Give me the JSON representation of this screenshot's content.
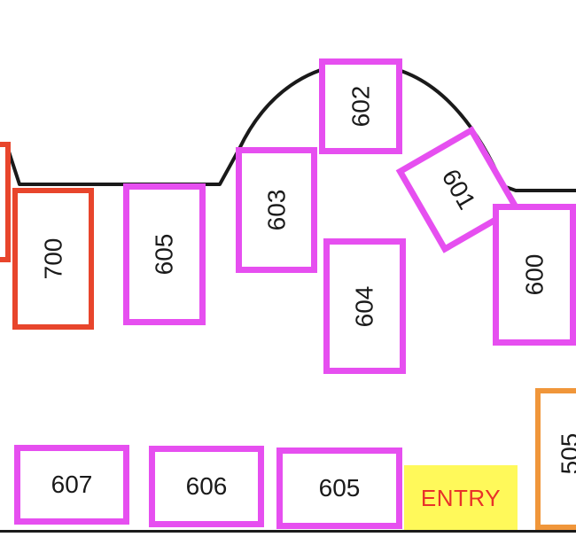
{
  "upper_row": {
    "box_700": "700",
    "box_605_upper": "605",
    "box_603": "603",
    "box_602": "602",
    "box_604": "604",
    "box_601": "601",
    "box_600": "600"
  },
  "lower_row": {
    "box_607": "607",
    "box_606": "606",
    "box_605_lower": "605",
    "entry": "ENTRY",
    "box_505": "505"
  },
  "colors": {
    "pink_border": "#e64ff0",
    "red_border": "#e8452c",
    "orange_border": "#f0963a",
    "entry_fill": "#fff95a",
    "entry_text": "#e8322a",
    "route_line": "#1a1a1a"
  }
}
